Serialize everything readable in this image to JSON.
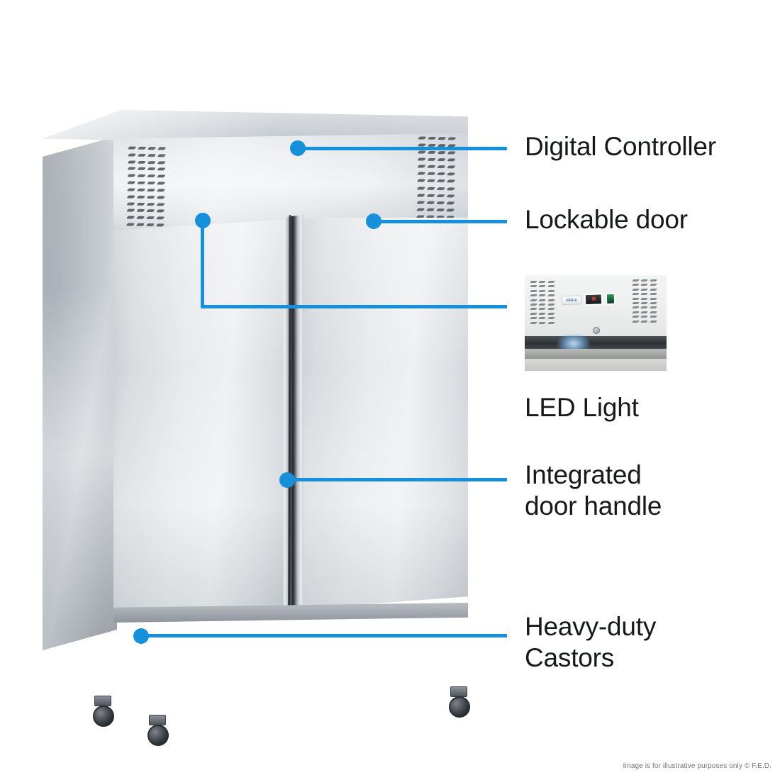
{
  "accent_color": "#1790dc",
  "background_color": "#ffffff",
  "product": {
    "name": "two-door-stainless-steel-upright-refrigerator",
    "brand_badge": "FED-X",
    "display_value": "",
    "controls": {
      "logo_label": "FED-X",
      "display_name": "digital-temperature-display",
      "indicator_name": "green-power-led"
    }
  },
  "callouts": [
    {
      "id": "digital-controller",
      "label": "Digital Controller"
    },
    {
      "id": "lockable-door",
      "label": "Lockable door"
    },
    {
      "id": "led-light",
      "label": "LED Light"
    },
    {
      "id": "integrated-door-handle",
      "label": "Integrated\ndoor handle"
    },
    {
      "id": "heavy-duty-castors",
      "label": "Heavy-duty\nCastors"
    }
  ],
  "inset": {
    "name": "led-light-closeup-photo",
    "caption": "LED Light",
    "badge_label": "FED-X"
  },
  "footer": {
    "disclaimer": "Image is for illustrative purposes only  © F.E.D."
  }
}
